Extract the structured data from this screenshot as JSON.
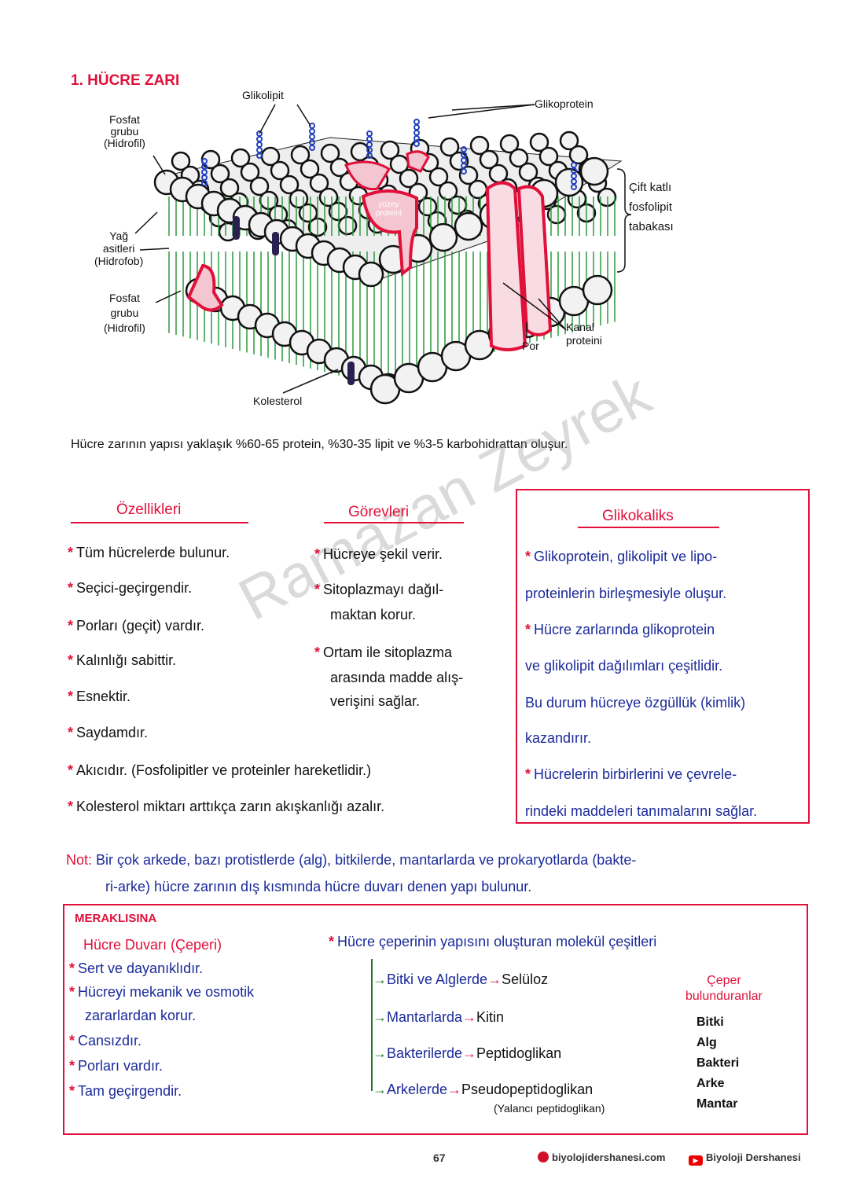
{
  "title": "1. HÜCRE ZARI",
  "diagram": {
    "labels": {
      "fosfat_top": [
        "Fosfat",
        "grubu",
        "(Hidrofil)"
      ],
      "glikolipit": "Glikolipit",
      "glikoprotein": "Glikoprotein",
      "cift_katli": [
        "Çift katlı",
        "fosfolipit",
        "tabakası"
      ],
      "yag_asitleri": [
        "Yağ",
        "asitleri",
        "(Hidrofob)"
      ],
      "fosfat_bottom": [
        "Fosfat",
        "grubu",
        "(Hidrofil)"
      ],
      "yuzey_proteini": [
        "yüzey",
        "proteini"
      ],
      "kolesterol": "Kolesterol",
      "por": "Por",
      "kanal_proteini": [
        "Kanal",
        "proteini"
      ]
    }
  },
  "composition": "Hücre zarının yapısı yaklaşık %60-65 protein, %30-35 lipit ve %3-5 karbohidrattan oluşur.",
  "watermark": "Ramazan Zeyrek",
  "ozellikler": {
    "title": "Özellikleri",
    "items": [
      "Tüm hücrelerde bulunur.",
      "Seçici-geçirgendir.",
      "Porları (geçit) vardır.",
      "Kalınlığı sabittir.",
      "Esnektir.",
      "Saydamdır.",
      "Akıcıdır. (Fosfolipitler ve proteinler hareketlidir.)",
      "Kolesterol miktarı arttıkça zarın akışkanlığı azalır."
    ]
  },
  "gorevler": {
    "title": "Görevleri",
    "items": [
      [
        "Hücreye şekil verir."
      ],
      [
        "Sitoplazmayı dağıl-",
        "maktan korur."
      ],
      [
        "Ortam ile sitoplazma",
        "arasında madde alış-",
        "verişini sağlar."
      ]
    ]
  },
  "glikokaliks": {
    "title": "Glikokaliks",
    "lines": [
      "Glikoprotein, glikolipit ve lipo-",
      "proteinlerin birleşmesiyle oluşur.",
      "Hücre zarlarında glikoprotein",
      "ve glikolipit dağılımları çeşitlidir.",
      "Bu durum hücreye özgüllük (kimlik)",
      "kazandırır.",
      "Hücrelerin birbirlerini ve çevrele-",
      "rindeki maddeleri tanımalarını sağlar."
    ]
  },
  "note": {
    "label": "Not:",
    "line1": "Bir çok arkede, bazı protistlerde (alg), bitkilerde, mantarlarda ve prokaryotlarda (bakte-",
    "line2": "ri-arke) hücre zarının dış kısmında hücre duvarı denen yapı bulunur."
  },
  "meraklisina": {
    "title": "MERAKLISINA",
    "subtitle": "Hücre Duvarı (Çeperi)",
    "items": [
      [
        "Sert ve dayanıklıdır."
      ],
      [
        "Hücreyi mekanik ve osmotik",
        "zararlardan korur."
      ],
      [
        "Cansızdır."
      ],
      [
        "Porları vardır."
      ],
      [
        "Tam geçirgendir."
      ]
    ],
    "molecules_title": "Hücre çeperinin yapısını oluşturan molekül çeşitleri",
    "molecules": [
      {
        "group": "Bitki ve Alglerde",
        "molecule": "Selüloz"
      },
      {
        "group": "Mantarlarda",
        "molecule": "Kitin"
      },
      {
        "group": "Bakterilerde",
        "molecule": "Peptidoglikan"
      },
      {
        "group": "Arkelerde",
        "molecule": "Pseudopeptidoglikan",
        "note": "(Yalancı peptidoglikan)"
      }
    ],
    "ceper_title": [
      "Çeper",
      "bulunduranlar"
    ],
    "ceper_list": [
      "Bitki",
      "Alg",
      "Bakteri",
      "Arke",
      "Mantar"
    ]
  },
  "footer": {
    "page_number": "67",
    "website": "biyolojidershanesi.com",
    "youtube": "Biyoloji Dershanesi"
  }
}
